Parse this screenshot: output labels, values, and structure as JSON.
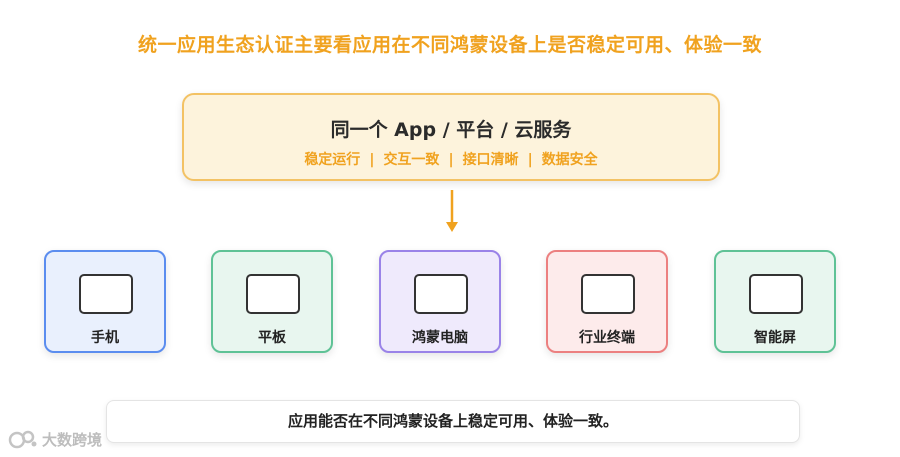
{
  "headline": "统一应用生态认证主要看应用在不同鸿蒙设备上是否稳定可用、体验一致",
  "platform": {
    "title": "同一个 App / 平台 / 云服务",
    "features": [
      "稳定运行",
      "交互一致",
      "接口清晰",
      "数据安全"
    ],
    "separator": "|"
  },
  "devices": [
    {
      "label": "手机",
      "bg": "#e9f0fd",
      "border": "#5b8def"
    },
    {
      "label": "平板",
      "bg": "#e8f6ef",
      "border": "#5fc296"
    },
    {
      "label": "鸿蒙电脑",
      "bg": "#efeafc",
      "border": "#9a83e8"
    },
    {
      "label": "行业终端",
      "bg": "#fdebeb",
      "border": "#ec8080"
    },
    {
      "label": "智能屏",
      "bg": "#e8f6ef",
      "border": "#5fc296"
    }
  ],
  "conclusion": "应用能否在不同鸿蒙设备上稳定可用、体验一致。",
  "watermark": {
    "text": "大数跨境",
    "icon": "brand-logo-icon"
  },
  "colors": {
    "accent": "#f0a21f",
    "arrow": "#f0a21f"
  }
}
